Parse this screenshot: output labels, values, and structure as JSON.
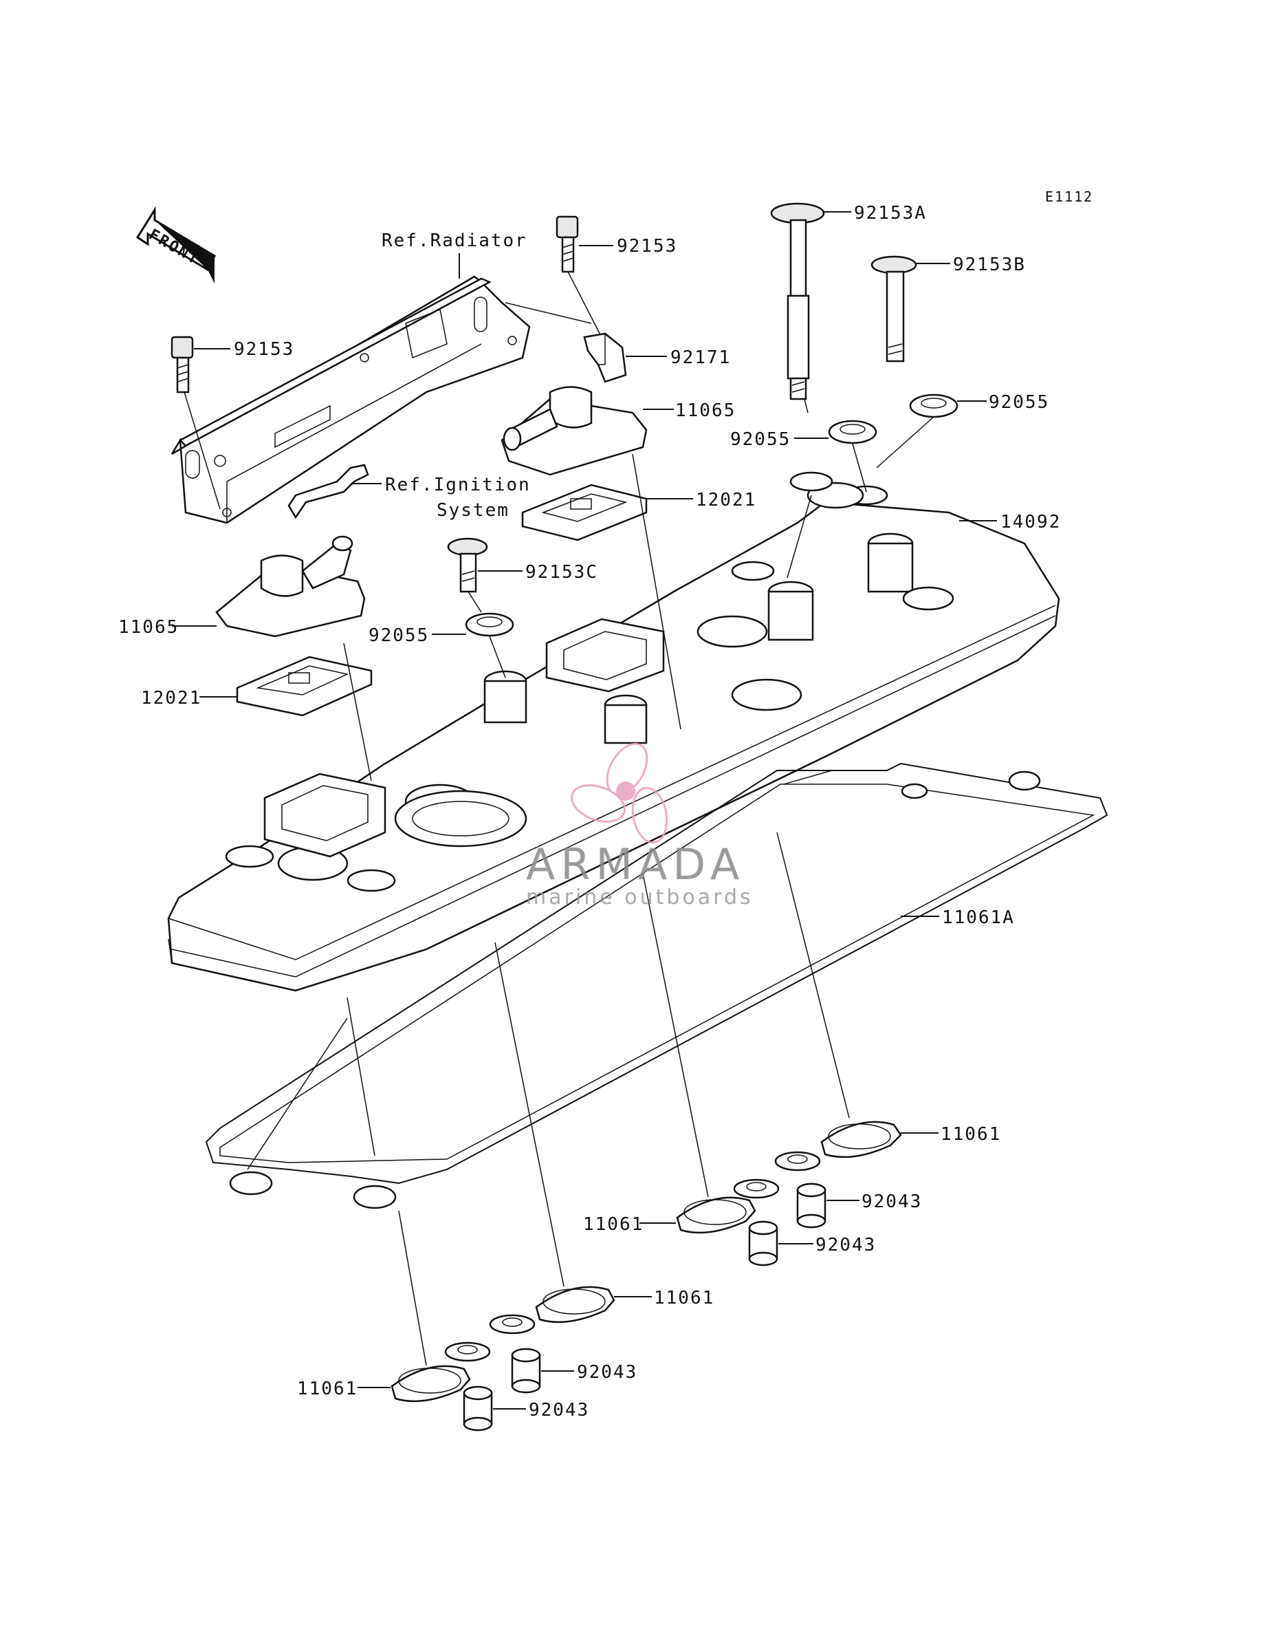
{
  "figure_code": "E1112",
  "front_arrow_text": "FRONT",
  "ref_labels": {
    "radiator": "Ref.Radiator",
    "ignition_line1": "Ref.Ignition",
    "ignition_line2": "System"
  },
  "part_numbers": {
    "bolt_92153_top": "92153",
    "bolt_92153_left": "92153",
    "bolt_92153a": "92153A",
    "bolt_92153b": "92153B",
    "bolt_92153c": "92153C",
    "bracket_92171": "92171",
    "cap_11065_right": "11065",
    "cap_11065_left": "11065",
    "washer_92055_mid": "92055",
    "washer_92055_right": "92055",
    "washer_92055_left": "92055",
    "reed_12021_right": "12021",
    "reed_12021_left": "12021",
    "cover_14092": "14092",
    "gasket_11061a": "11061A",
    "gasket_11061_r1": "11061",
    "gasket_11061_r2": "11061",
    "gasket_11061_l1": "11061",
    "gasket_11061_l2": "11061",
    "collar_92043_r1": "92043",
    "collar_92043_r2": "92043",
    "collar_92043_l1": "92043",
    "collar_92043_l2": "92043"
  },
  "watermark": {
    "title": "ARMADA",
    "subtitle": "marine outboards",
    "accent_color": "#e8a0c0"
  }
}
